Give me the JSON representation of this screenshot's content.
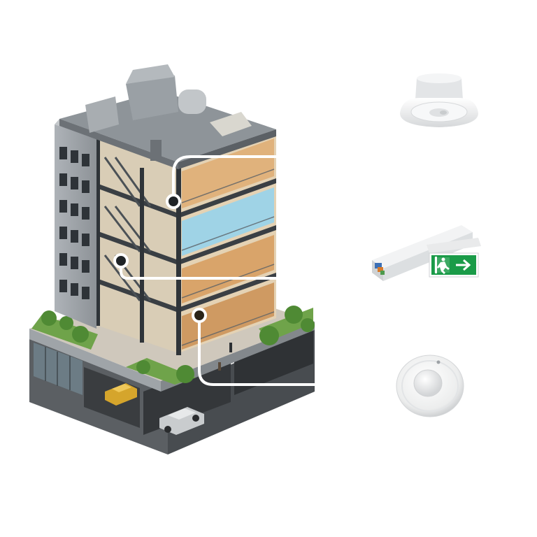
{
  "scene": {
    "background": "#ffffff",
    "connector_color": "#ffffff",
    "glass_color": "#9fd3e6",
    "interior_warm": "#e0b27c",
    "greenery": "#6fa34a",
    "concrete": "#8e9499"
  },
  "building": {
    "callouts": [
      {
        "id": "upper-floor-hotspot",
        "target": "downlight-sensor"
      },
      {
        "id": "middle-floor-hotspot",
        "target": "emergency-exit-kit"
      },
      {
        "id": "lower-floor-hotspot",
        "target": "ceiling-occupancy-sensor"
      }
    ]
  },
  "products": [
    {
      "id": "downlight-sensor",
      "icon": "recessed-downlight-icon",
      "color": "#f2f3f4"
    },
    {
      "id": "emergency-exit-kit",
      "icon": "emergency-driver-icon",
      "sign_color": "#1a9b48"
    },
    {
      "id": "ceiling-occupancy-sensor",
      "icon": "occupancy-sensor-icon",
      "color": "#f4f4f4"
    }
  ]
}
